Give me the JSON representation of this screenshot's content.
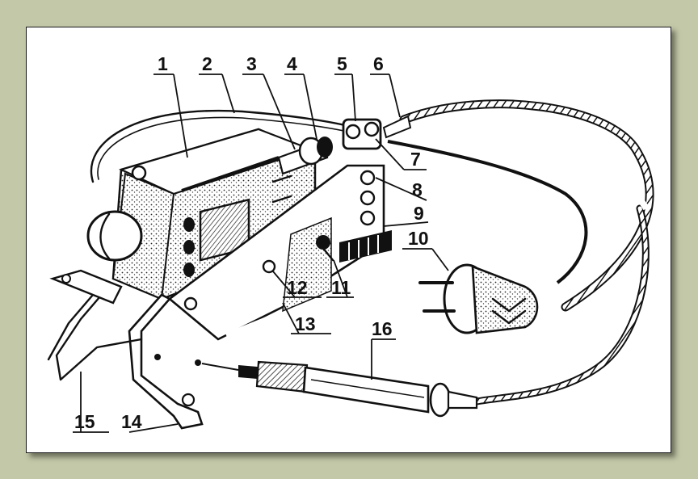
{
  "diagram": {
    "labels": [
      "1",
      "2",
      "3",
      "4",
      "5",
      "6",
      "7",
      "8",
      "9",
      "10",
      "11",
      "12",
      "13",
      "14",
      "15",
      "16"
    ]
  },
  "colors": {
    "background": "#c3c8a8",
    "paper": "#ffffff",
    "ink": "#111111"
  }
}
